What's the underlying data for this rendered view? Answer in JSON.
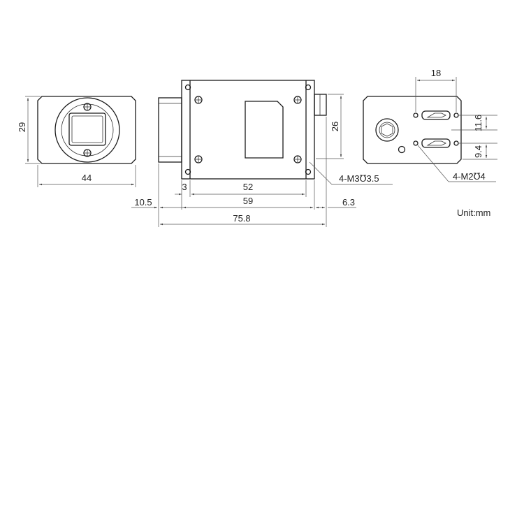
{
  "front_view": {
    "width_label": "44",
    "height_label": "29"
  },
  "side_view": {
    "body_length_label": "52",
    "flange_label": "3",
    "lens_mount_label": "10.5",
    "housing_length_label": "59",
    "connector_label": "6.3",
    "overall_length_label": "75.8",
    "connector_height_label": "26",
    "screw_callout": "4-M3℧3.5"
  },
  "rear_view": {
    "hole_spacing_label": "18",
    "upper_offset_label": "11.6",
    "lower_offset_label": "9.4",
    "screw_callout": "4-M2℧4"
  },
  "unit_label": "Unit:mm"
}
